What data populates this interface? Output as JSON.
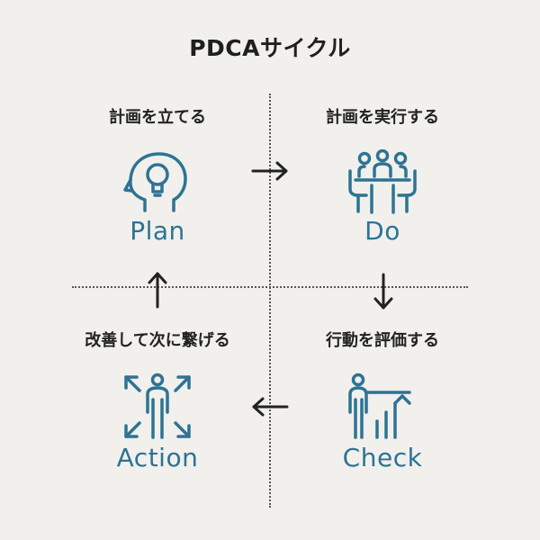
{
  "title": "PDCAサイクル",
  "accent_color": "#2e7394",
  "quadrants": [
    {
      "id": "plan",
      "heading": "計画を立てる",
      "label": "Plan",
      "icon": "head-lightbulb-icon"
    },
    {
      "id": "do",
      "heading": "計画を実行する",
      "label": "Do",
      "icon": "team-meeting-icon"
    },
    {
      "id": "action",
      "heading": "改善して次に繋げる",
      "label": "Action",
      "icon": "person-expand-arrows-icon"
    },
    {
      "id": "check",
      "heading": "行動を評価する",
      "label": "Check",
      "icon": "person-bar-chart-icon"
    }
  ],
  "arrows": [
    {
      "from": "Plan",
      "to": "Do",
      "icon": "arrow-right-icon"
    },
    {
      "from": "Do",
      "to": "Check",
      "icon": "arrow-down-icon"
    },
    {
      "from": "Check",
      "to": "Action",
      "icon": "arrow-left-icon"
    },
    {
      "from": "Action",
      "to": "Plan",
      "icon": "arrow-up-icon"
    }
  ]
}
